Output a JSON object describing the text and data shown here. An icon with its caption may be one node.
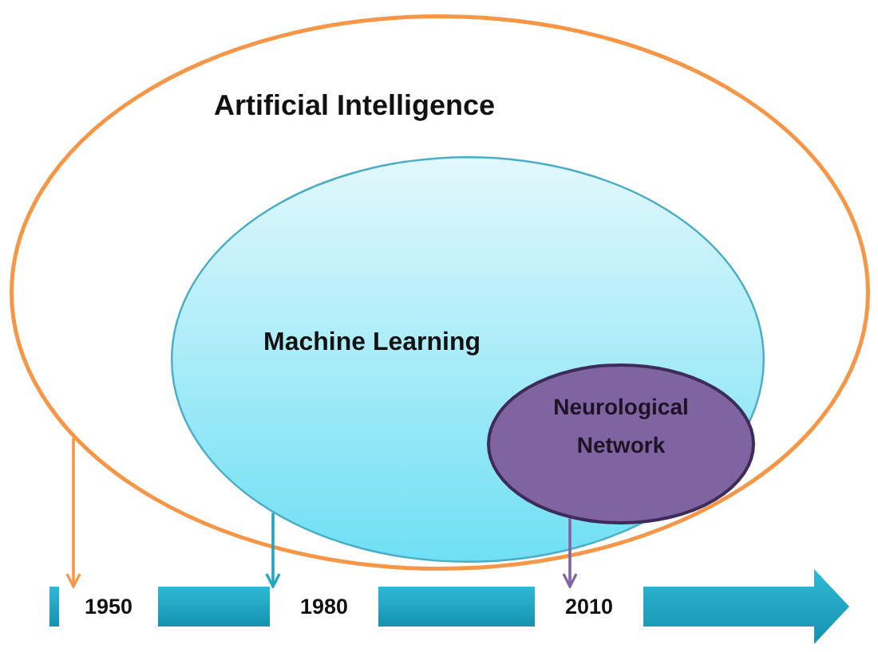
{
  "diagram": {
    "nodes": [
      {
        "text": [
          "Artificial Intelligence"
        ]
      },
      {
        "text": [
          "Machine Learning"
        ],
        "in": 0
      },
      {
        "text": [
          "Neurological Network"
        ],
        "in": 1
      },
      {
        "text": [],
        "shape": "bar"
      },
      {
        "text": [
          "1950"
        ]
      },
      {
        "text": [],
        "shape": "bar"
      },
      {
        "text": [
          "1980"
        ]
      },
      {
        "text": [],
        "shape": "bar"
      },
      {
        "text": [
          "2010"
        ]
      },
      {
        "text": [],
        "shape": "arrow"
      }
    ],
    "edges": [
      {
        "from": 0,
        "to": 4,
        "arrow": "to",
        "color": "#f79646"
      },
      {
        "from": 1,
        "to": 6,
        "arrow": "to",
        "color": "#1fa6c2"
      },
      {
        "from": 2,
        "to": 8,
        "arrow": "to",
        "color": "#8064a2"
      }
    ]
  }
}
